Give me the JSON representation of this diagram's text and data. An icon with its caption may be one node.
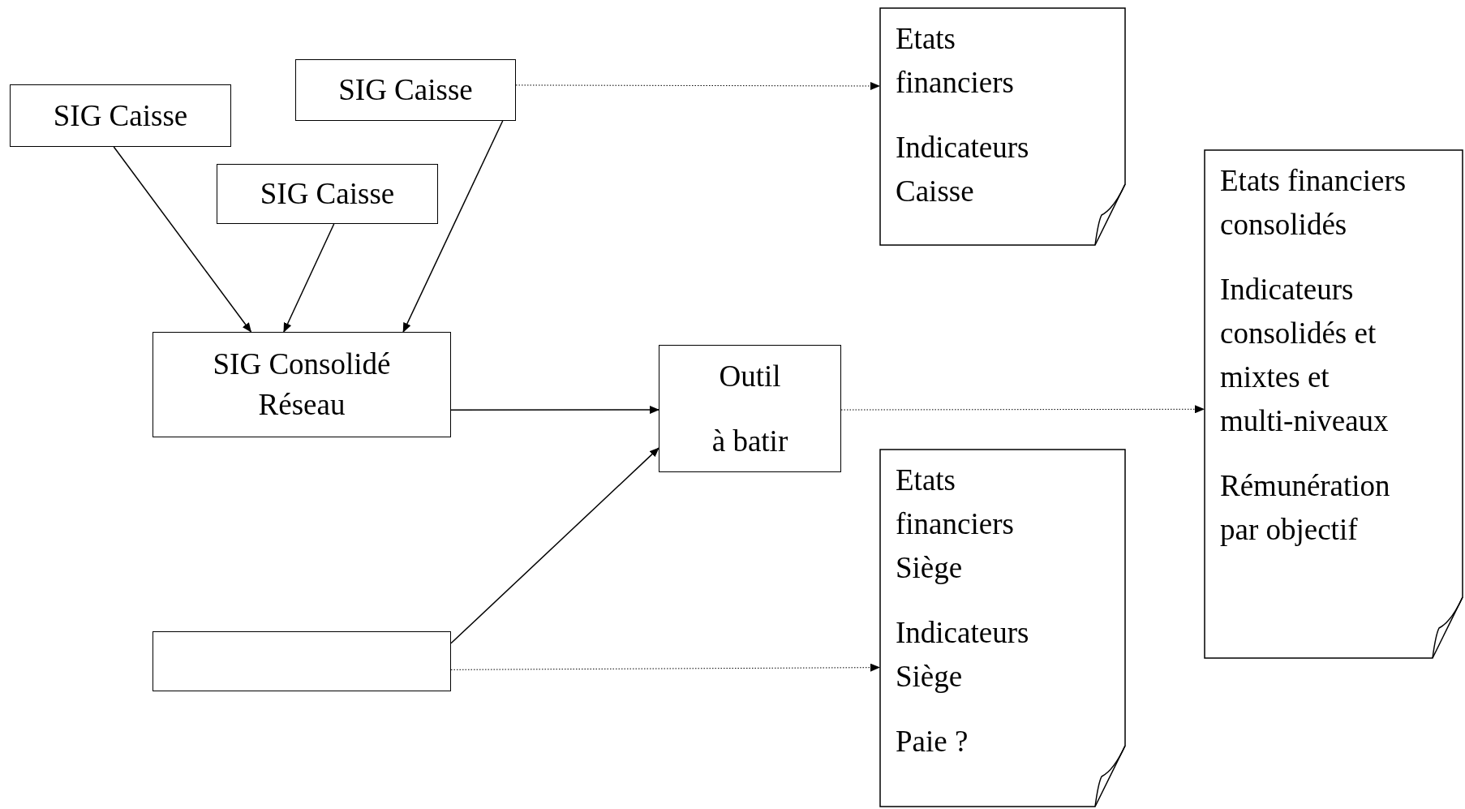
{
  "diagram": {
    "nodes": [
      {
        "text": [
          "SIG Caisse"
        ]
      },
      {
        "text": [
          "SIG Caisse"
        ]
      },
      {
        "text": [
          "SIG Caisse"
        ]
      },
      {
        "text": [
          "SIG Consolidé Réseau"
        ]
      },
      {
        "text": [
          "Outil",
          "à batir"
        ]
      },
      {
        "text": [],
        "shape": "box"
      },
      {
        "text": [
          "Etats financiers",
          "Indicateurs Caisse"
        ]
      },
      {
        "text": [
          "Etats financiers consolidés",
          "Indicateurs consolidés et mixtes et multi-niveaux",
          "Rémunération par objectif"
        ]
      },
      {
        "text": [
          "Etats financiers Siège",
          "Indicateurs Siège",
          "Paie ?"
        ]
      }
    ],
    "edges": [
      {
        "from": 0,
        "to": 3,
        "arrow": "to"
      },
      {
        "from": 1,
        "to": 3,
        "arrow": "to"
      },
      {
        "from": 2,
        "to": 3,
        "arrow": "to"
      },
      {
        "from": 2,
        "to": 6,
        "arrow": "to",
        "style": "dashed"
      },
      {
        "from": 3,
        "to": 4,
        "arrow": "to"
      },
      {
        "from": 5,
        "to": 4,
        "arrow": "to"
      },
      {
        "from": 4,
        "to": 7,
        "arrow": "to",
        "style": "dashed"
      },
      {
        "from": 5,
        "to": 8,
        "arrow": "to",
        "style": "dashed"
      }
    ]
  }
}
